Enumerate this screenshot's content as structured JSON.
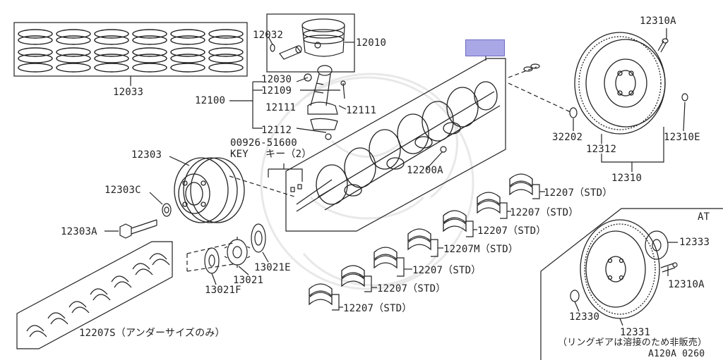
{
  "labels": {
    "p12033": "12033",
    "p12032": "12032",
    "p12010": "12010",
    "p12030": "12030",
    "p12109": "12109",
    "p12100": "12100",
    "p12111a": "12111",
    "p12111b": "12111",
    "p12112": "12112",
    "p00926": "00926-51600",
    "key": "KEY",
    "key_jp": "キー（2）",
    "p12303": "12303",
    "p12303C": "12303C",
    "p12303A": "12303A",
    "p12200A": "12200A",
    "p12310A_top": "12310A",
    "p32202": "32202",
    "p12312": "12312",
    "p12310E": "12310E",
    "p12310": "12310",
    "std1": "12207（STD）",
    "std2": "12207（STD）",
    "std3": "12207（STD）",
    "stdM": "12207M（STD）",
    "std4": "12207（STD）",
    "std5": "12207（STD）",
    "std6": "12207（STD）",
    "p13021E": "13021E",
    "p13021": "13021",
    "p13021F": "13021F",
    "p12207S": "12207S（アンダーサイズのみ）",
    "at": "AT",
    "p12333": "12333",
    "p12310A_at": "12310A",
    "p12330": "12330",
    "p12331": "12331",
    "ring_note": "（リングギアは溶接のため非販売）",
    "ref_code": "A120A 0260"
  },
  "highlight_color": "#a9a7e6"
}
